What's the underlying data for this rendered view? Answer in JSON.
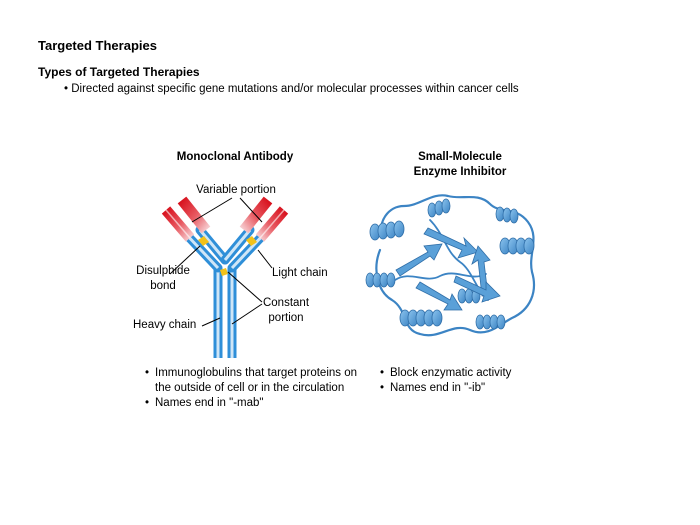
{
  "title": "Targeted Therapies",
  "section": {
    "title": "Types of Targeted Therapies",
    "bullet": "Directed against specific gene mutations and/or molecular processes within cancer cells"
  },
  "antibody": {
    "title": "Monoclonal Antibody",
    "labels": {
      "variable": "Variable portion",
      "disulphide_1": "Disulphide",
      "disulphide_2": "bond",
      "light": "Light chain",
      "constant_1": "Constant",
      "constant_2": "portion",
      "heavy": "Heavy chain"
    },
    "bullets": [
      "Immunoglobulins that target proteins on the outside of cell or in the circulation",
      "Names end in \"-mab\""
    ]
  },
  "inhibitor": {
    "title_1": "Small-Molecule",
    "title_2": "Enzyme Inhibitor",
    "bullets": [
      "Block enzymatic activity",
      "Names end in \"-ib\""
    ]
  },
  "colors": {
    "chain_blue": "#2f8fd8",
    "chain_light": "#cfe6f7",
    "variable_red": "#d8121e",
    "bond_yellow": "#f2c21b",
    "protein_blue": "#5aa0d8"
  }
}
